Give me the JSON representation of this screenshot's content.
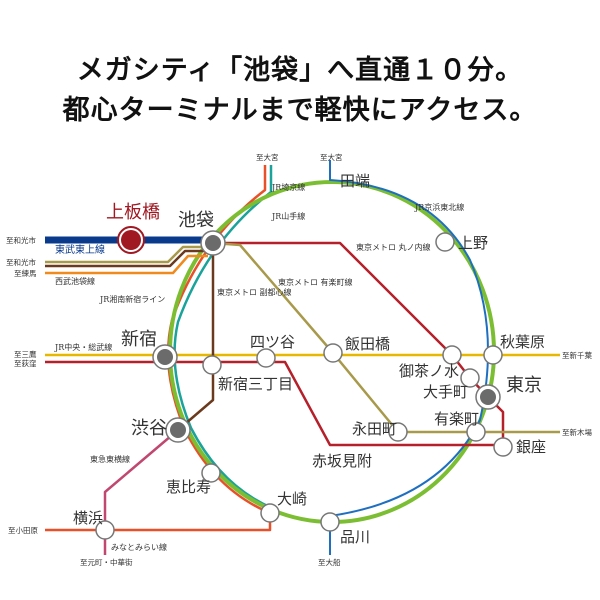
{
  "headline": {
    "line1": "メガシティ「池袋」へ直通１０分。",
    "line2": "都心ターミナルまで軽快にアクセス。"
  },
  "colors": {
    "yamanote": "#7bbe32",
    "keihin": "#1e6fc0",
    "saikyo": "#e8502a",
    "shonan": "#1aa39a",
    "tojo": "#0a3a8c",
    "marunouchi": "#b5202a",
    "chuo": "#e6b800",
    "fukutoshin": "#6b3a1e",
    "yurakucho": "#a89a4a",
    "seibu": "#f08a1c",
    "toyoko": "#c04870",
    "home": "#a01822"
  },
  "stations": {
    "kamiitabashi": "上板橋",
    "ikebukuro": "池袋",
    "tabata": "田端",
    "ueno": "上野",
    "akihabara": "秋葉原",
    "ochanomizu": "御茶ノ水",
    "otemachi": "大手町",
    "tokyo": "東京",
    "yurakucho": "有楽町",
    "ginza": "銀座",
    "nagatacho": "永田町",
    "akasakamitsuke": "赤坂見附",
    "iidabashi": "飯田橋",
    "yotsuya": "四ツ谷",
    "shinjuku3": "新宿三丁目",
    "shinjuku": "新宿",
    "shibuya": "渋谷",
    "ebisu": "恵比寿",
    "osaki": "大崎",
    "shinagawa": "品川",
    "yokohama": "横浜"
  },
  "lines": {
    "tojo": "東武東上線",
    "seibu": "西武池袋線",
    "shonan": "JR湘南新宿ライン",
    "saikyo": "JR埼京線",
    "yamanote": "JR山手線",
    "keihin": "JR京浜東北線",
    "marunouchi": "東京メトロ 丸ノ内線",
    "yurakucho": "東京メトロ 有楽町線",
    "fukutoshin": "東京メトロ 副都心線",
    "chuo": "JR中央・総武線",
    "toyoko": "東急東横線",
    "minatomirai": "みなとみらい線"
  },
  "destinations": {
    "omiya1": "至大宮",
    "omiya2": "至大宮",
    "wakoshi1": "至和光市",
    "wakoshi2": "至和光市",
    "nerima": "至練馬",
    "mitaka": "至三鷹",
    "ogikubo": "至荻窪",
    "chiba": "至新千葉",
    "shinkiba": "至新木場",
    "odawara": "至小田原",
    "motomachi": "至元町・中華街",
    "ofuna": "至大船"
  }
}
